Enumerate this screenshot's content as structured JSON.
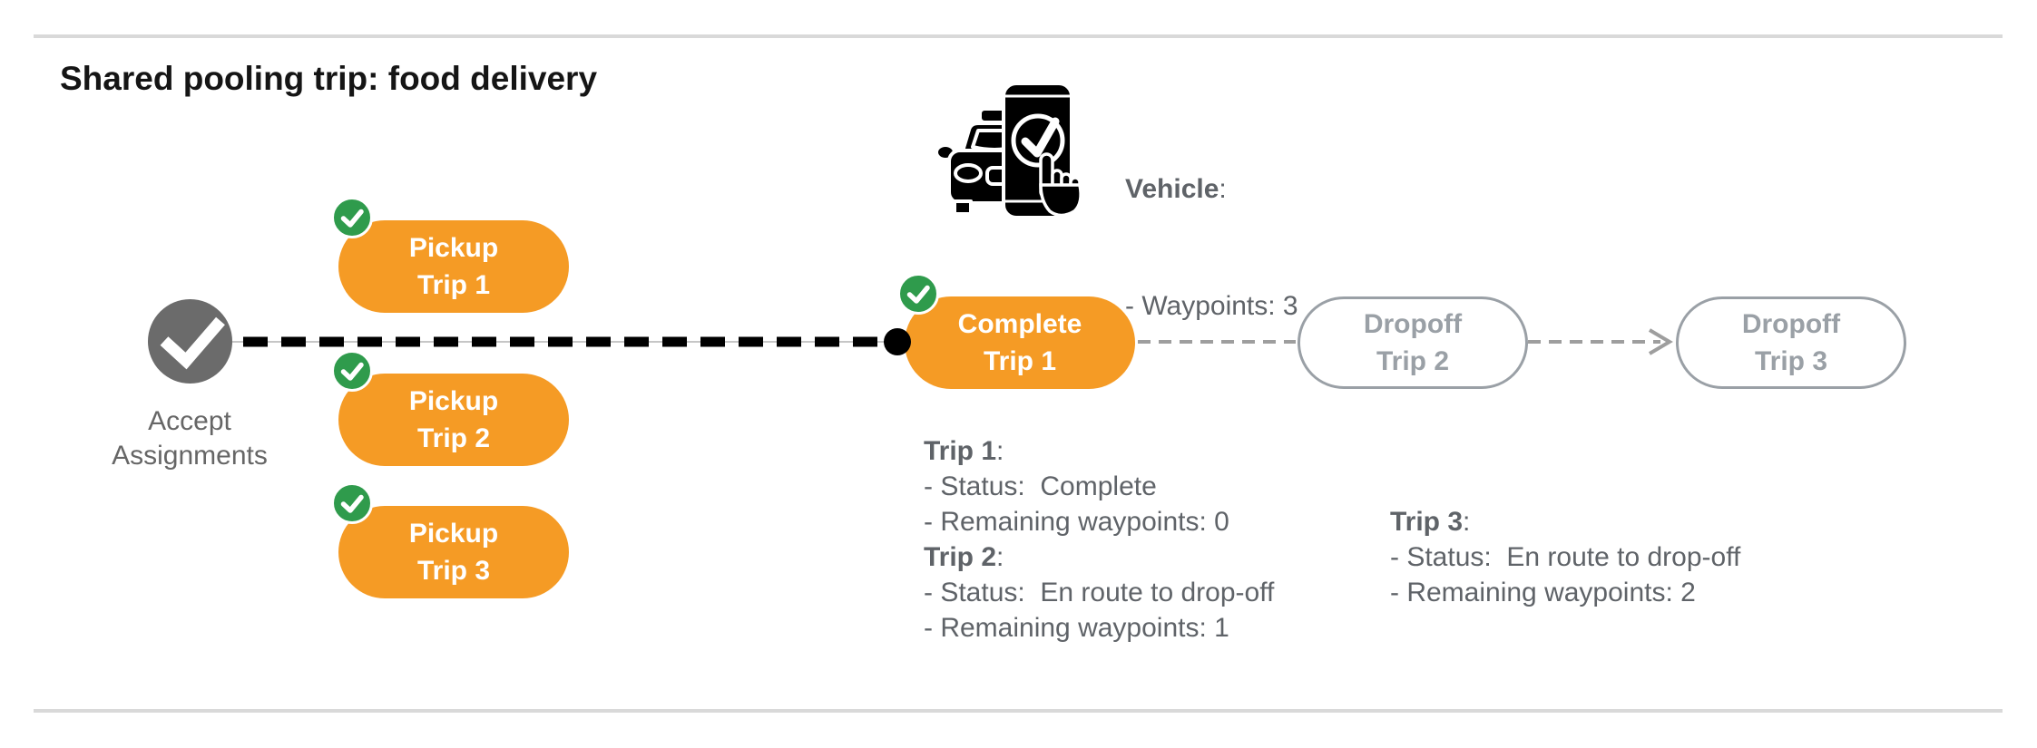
{
  "page": {
    "title": "Shared pooling trip: food delivery"
  },
  "vehicle": {
    "label": "Vehicle",
    "colon": ":",
    "waypoints": "- Waypoints: 3",
    "icon": "car-phone-check-icon"
  },
  "flow": {
    "start": {
      "line1": "Accept",
      "line2": "Assignments",
      "icon": "check-icon"
    },
    "pickups": [
      {
        "line1": "Pickup",
        "line2": "Trip 1",
        "badge": "check-badge-icon"
      },
      {
        "line1": "Pickup",
        "line2": "Trip 2",
        "badge": "check-badge-icon"
      },
      {
        "line1": "Pickup",
        "line2": "Trip 3",
        "badge": "check-badge-icon"
      }
    ],
    "complete": {
      "line1": "Complete",
      "line2": "Trip 1",
      "badge": "check-badge-icon"
    },
    "dropoffs": [
      {
        "line1": "Dropoff",
        "line2": "Trip 2"
      },
      {
        "line1": "Dropoff",
        "line2": "Trip 3"
      }
    ]
  },
  "details": {
    "colon": ":",
    "left": [
      {
        "name": "Trip 1",
        "lines": [
          "- Status:  Complete",
          "- Remaining waypoints: 0"
        ]
      },
      {
        "name": "Trip 2",
        "lines": [
          "- Status:  En route to drop-off",
          "- Remaining waypoints: 1"
        ]
      }
    ],
    "right": [
      {
        "name": "Trip 3",
        "lines": [
          "- Status:  En route to drop-off",
          "- Remaining waypoints: 2"
        ]
      }
    ]
  },
  "colors": {
    "orange": "#F59B25",
    "green": "#2F9B4C",
    "node_gray": "#6B6B6B",
    "text_gray": "#5F6368",
    "muted_gray": "#9AA0A6",
    "divider_gray": "#D9D9D9",
    "route_black": "#000000"
  }
}
